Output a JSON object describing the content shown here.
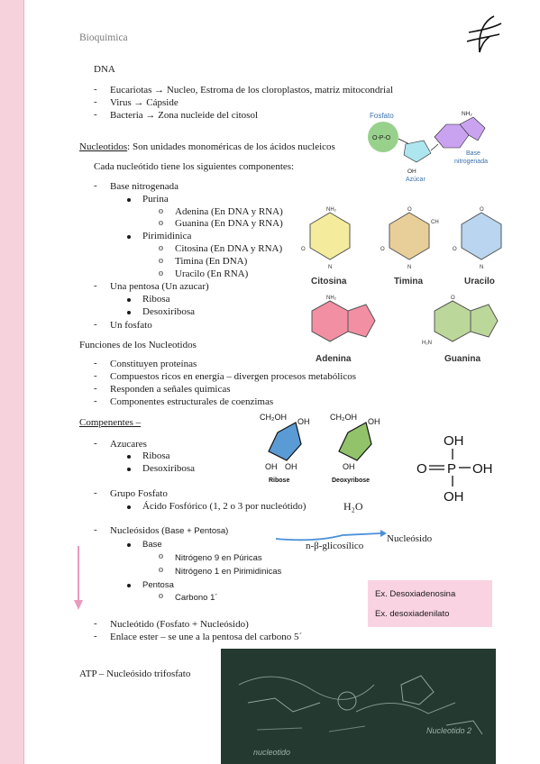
{
  "header": {
    "subject": "Bioquimica"
  },
  "sections": {
    "dna_title": "DNA",
    "dna_items": [
      "Eucariotas → Nucleo, Estroma de los cloroplastos, matriz mitocondrial",
      "Virus → Cápside",
      "Bacteria → Zona nucleide del citosol"
    ],
    "nucleotidos_term": "Nucleotidos",
    "nucleotidos_def": ": Son unidades monoméricas de los ácidos nucleicos",
    "components_intro": "Cada nucleótido tiene los siguientes componentes:",
    "base_nitrogenada": "Base nitrogenada",
    "purina": "Purina",
    "adenina": "Adenina (En DNA y RNA)",
    "guanina": "Guanina (En DNA y RNA)",
    "pirimidinica": "Pirimidinica",
    "citosina": "Citosina (En DNA y RNA)",
    "timina": "Timina (En DNA)",
    "uracilo": "Uracilo (En RNA)",
    "pentosa": "Una pentosa (Un azucar)",
    "ribosa": "Ribosa",
    "desoxiribosa": "Desoxiribosa",
    "fosfato": "Un fosfato",
    "funciones_title": "Funciones de los Nucleotidos",
    "funciones": [
      "Constituyen proteínas",
      "Compuestos ricos en energía – divergen procesos metabólicos",
      "Responden a señales químicas",
      "Componentes estructurales de coenzimas"
    ],
    "componentes_title": "Compenentes –",
    "azucares": "Azucares",
    "azucar_ribosa": "Ribosa",
    "azucar_desoxiribosa": "Desoxiribosa",
    "grupo_fosfato": "Grupo Fosfato",
    "acido_fosforico": "Ácido Fosfórico (1, 2 o 3 por nucleótido)",
    "nucleosidos_a": "Nucleósidos (",
    "nucleosidos_b": "Base + Pentosa)",
    "base": "Base",
    "nitrogeno9": "Nitrógeno 9 en Púricas",
    "nitrogeno1": "Nitrógeno 1 en Pirimidinicas",
    "pentosa2": "Pentosa",
    "carbono1": "Carbono 1´",
    "nucleotido_def": "Nucleótido (Fosfato + Nucleósido)",
    "enlace": "Enlace ester – se une a la pentosa del carbono 5´",
    "atp": "ATP – Nucleósido trifosfato"
  },
  "figures": {
    "nucleotide": {
      "fosfato": "Fosfato",
      "oh": "OH",
      "azucar": "Azúcar",
      "base": "Base",
      "nitrogenada": "nitrogenada",
      "nh2": "NH₂"
    },
    "bases": {
      "citosina": "Citosina",
      "timina": "Timina",
      "uracilo": "Uracilo",
      "adenina": "Adenina",
      "guanina": "Guanina"
    },
    "sugars": {
      "ribose": "Ribose",
      "deoxyribose": "Deoxyribose",
      "ch2oh": "CH₂OH",
      "oh": "OH"
    },
    "phosphate": {
      "oh": "OH",
      "o": "O",
      "p": "P"
    },
    "reaction": {
      "h2o": "H₂O",
      "glicosilico": "n-β-glicosílico",
      "nucleosido": "Nucleósido"
    },
    "examples": {
      "ex1": "Ex. Desoxiadenosina",
      "ex2": "Ex. desoxiadenilato"
    },
    "blackboard": {
      "label1": "nucleotido",
      "label2": "Nucleotido 2"
    }
  },
  "colors": {
    "margin": "#f6d3dc",
    "citosina": "#f4ec9c",
    "timina": "#e8cf9a",
    "uracilo": "#b9d5ef",
    "adenina": "#f28fa3",
    "guanina": "#bcd79a",
    "ribose": "#5b9bd5",
    "deoxyribose": "#92c36b",
    "blackboard": "#24392f",
    "arrow": "#4a90d9",
    "pink_arrow": "#e99bbd"
  }
}
